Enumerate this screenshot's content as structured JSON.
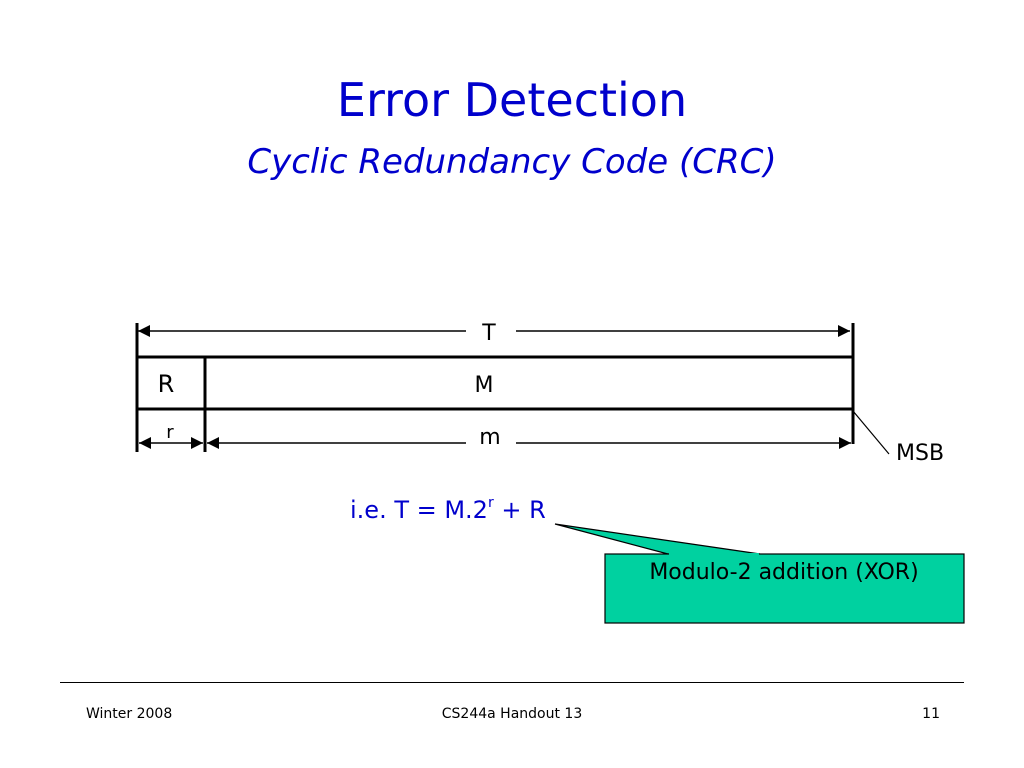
{
  "slide": {
    "title": "Error Detection",
    "subtitle": "Cyclic Redundancy Code (CRC)"
  },
  "diagram": {
    "total_label": "T",
    "remainder_label": "R",
    "message_label": "M",
    "remainder_bits_label": "r",
    "message_bits_label": "m",
    "msb_label": "MSB"
  },
  "formula": {
    "prefix": "i.e. T = M.2",
    "exponent": "r",
    "suffix": " + R"
  },
  "callout": {
    "text": "Modulo-2 addition (XOR)",
    "fill_color": "#00d1a0"
  },
  "footer": {
    "left": "Winter 2008",
    "center": "CS244a Handout 13",
    "page_number": "11"
  },
  "colors": {
    "title": "#0000cc",
    "text": "#000000"
  }
}
